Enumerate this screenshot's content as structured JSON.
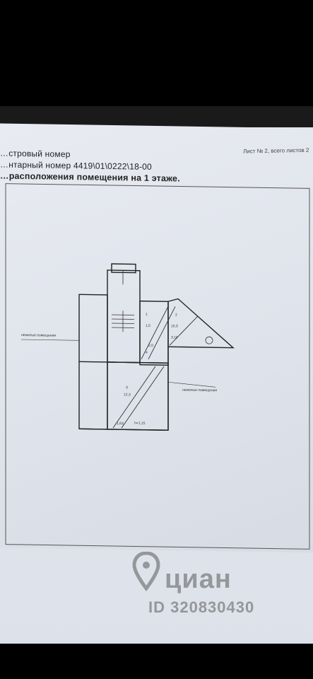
{
  "document": {
    "line1": "…стровый номер",
    "line2": "…нтарный номер 4419\\01\\0222\\18-00",
    "line3": "…расположения помещения на  1 этаже.",
    "top_right_note": "Лист № 2, всего листов 2"
  },
  "plan": {
    "label_left": "нежилые помещения",
    "label_right": "нежилые помещения",
    "room_numbers": [
      "1",
      "2",
      "3",
      "4"
    ],
    "dimensions": [
      "1,63",
      "12,3",
      "2,0",
      "3,10",
      "h=1,15",
      "1,5",
      "15,3"
    ]
  },
  "watermark": {
    "brand": "циан",
    "id": "ID 320830430"
  }
}
